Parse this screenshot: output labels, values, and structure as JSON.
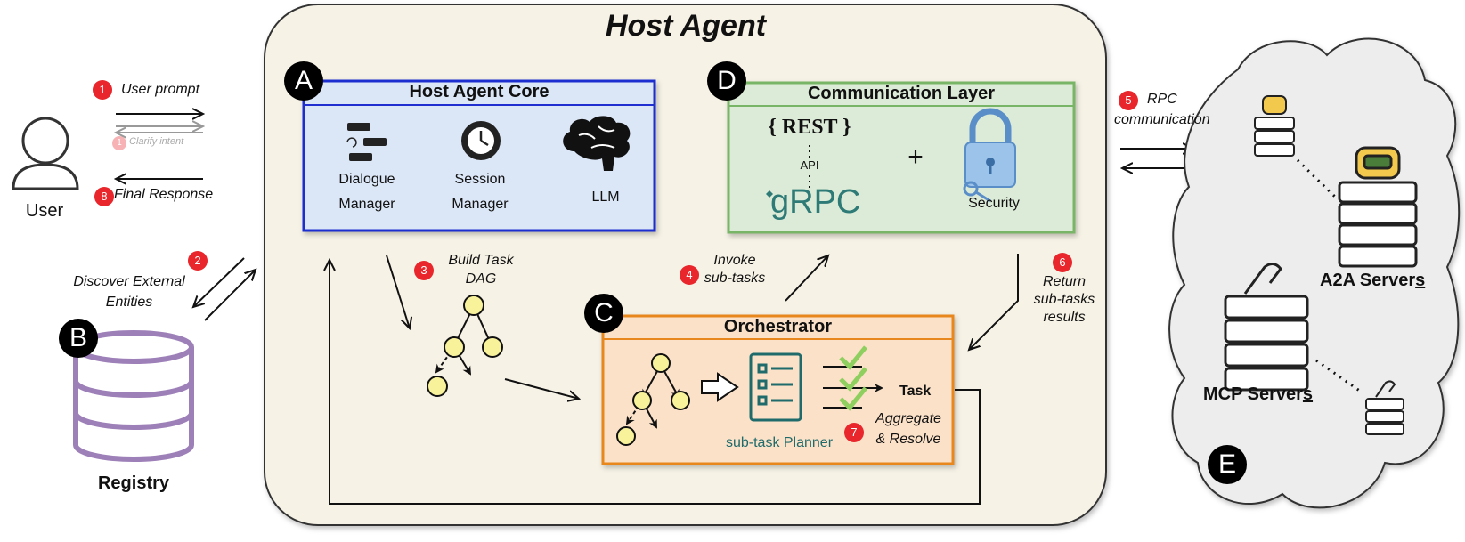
{
  "title": "Host Agent",
  "user": {
    "label": "User"
  },
  "registry": {
    "label": "Registry",
    "badge": "B"
  },
  "steps": {
    "s1": {
      "num": "1",
      "label": "User prompt"
    },
    "s1b": {
      "num": "1",
      "label": "Clarify intent"
    },
    "s2": {
      "num": "2",
      "label_l1": "Discover External",
      "label_l2": "Entities"
    },
    "s3": {
      "num": "3",
      "label_l1": "Build Task",
      "label_l2": "DAG"
    },
    "s4": {
      "num": "4",
      "label_l1": "Invoke",
      "label_l2": "sub-tasks"
    },
    "s5": {
      "num": "5",
      "label_l1": "RPC",
      "label_l2": "communication"
    },
    "s6": {
      "num": "6",
      "label_l1": "Return",
      "label_l2": "sub-tasks",
      "label_l3": "results"
    },
    "s7": {
      "num": "7",
      "label_l1": "Aggregate",
      "label_l2": "& Resolve"
    },
    "s8": {
      "num": "8",
      "label": "Final Response"
    }
  },
  "core": {
    "badge": "A",
    "title": "Host Agent Core",
    "dialogue_l1": "Dialogue",
    "dialogue_l2": "Manager",
    "session_l1": "Session",
    "session_l2": "Manager",
    "llm": "LLM"
  },
  "comm": {
    "badge": "D",
    "title": "Communication Layer",
    "rest": "{ REST }",
    "api": "API",
    "grpc": "gRPC",
    "plus": "+",
    "security": "Security"
  },
  "orch": {
    "badge": "C",
    "title": "Orchestrator",
    "planner": "sub-task Planner",
    "task": "Task"
  },
  "cloud": {
    "badge": "E",
    "a2a": "A2A Server",
    "a2a_s": "s",
    "mcp": "MCP Server",
    "mcp_s": "s"
  },
  "colors": {
    "core_border": "#1f2fd0",
    "core_fill": "#dbe6f7",
    "comm_border": "#79b566",
    "comm_fill": "#dcebd7",
    "orch_border": "#e8871e",
    "orch_fill": "#fbe1c8",
    "host_fill": "#f6f2e6",
    "node_fill": "#f8f29a",
    "step_red": "#e8262b",
    "registry": "#9d80b8"
  }
}
